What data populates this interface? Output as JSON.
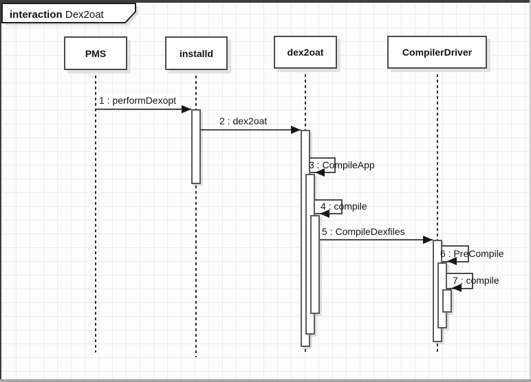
{
  "frame": {
    "keyword": "interaction",
    "name": "Dex2oat"
  },
  "lifelines": [
    {
      "label": "PMS"
    },
    {
      "label": "installd"
    },
    {
      "label": "dex2oat"
    },
    {
      "label": "CompilerDriver"
    }
  ],
  "messages": [
    {
      "label": "1 : performDexopt",
      "from": "PMS",
      "to": "installd",
      "kind": "call"
    },
    {
      "label": "2 : dex2oat",
      "from": "installd",
      "to": "dex2oat",
      "kind": "call"
    },
    {
      "label": "3 : CompileApp",
      "from": "dex2oat",
      "to": "dex2oat",
      "kind": "self"
    },
    {
      "label": "4 : compile",
      "from": "dex2oat",
      "to": "dex2oat",
      "kind": "self"
    },
    {
      "label": "5 : CompileDexfiles",
      "from": "dex2oat",
      "to": "CompilerDriver",
      "kind": "call"
    },
    {
      "label": "6 : PreCompile",
      "from": "CompilerDriver",
      "to": "CompilerDriver",
      "kind": "self"
    },
    {
      "label": "7 : compile",
      "from": "CompilerDriver",
      "to": "CompilerDriver",
      "kind": "self"
    }
  ],
  "colors": {
    "message_line": "#4a4a4a",
    "box_border": "#4a4a4a",
    "box_fill": "#ffffff",
    "shadow": "#e2e2e2",
    "grid_line": "#ececec",
    "canvas_bg": "#fcfcfc",
    "text": "#111111",
    "chrome_dark": "#3d3d3d",
    "chrome_bottom": "#a6a6a6"
  }
}
